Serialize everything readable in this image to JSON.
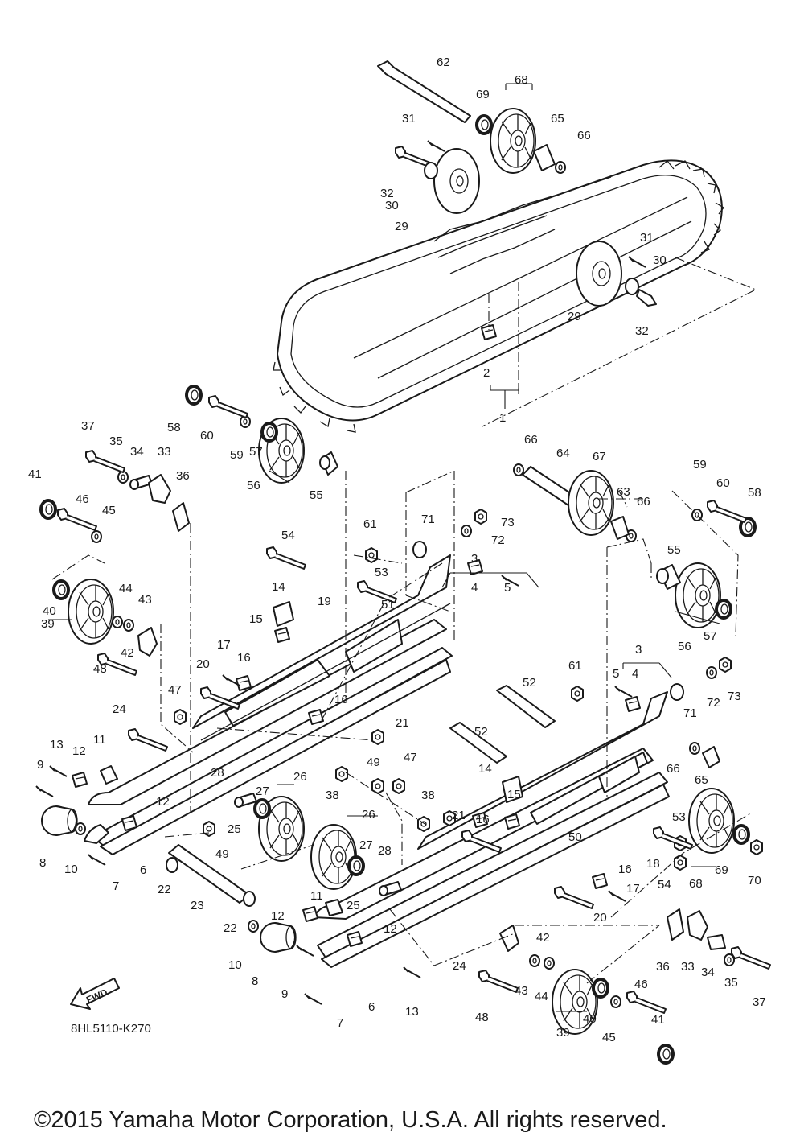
{
  "diagram": {
    "code": "8HL5110-K270",
    "copyright": "©2015 Yamaha Motor Corporation, U.S.A. All rights reserved.",
    "fwd_label": "FWD",
    "callouts": [
      {
        "id": "c62",
        "text": "62"
      },
      {
        "id": "c68a",
        "text": "68"
      },
      {
        "id": "c69a",
        "text": "69"
      },
      {
        "id": "c31a",
        "text": "31"
      },
      {
        "id": "c65a",
        "text": "65"
      },
      {
        "id": "c66a",
        "text": "66"
      },
      {
        "id": "c32a",
        "text": "32"
      },
      {
        "id": "c30a",
        "text": "30"
      },
      {
        "id": "c29a",
        "text": "29"
      },
      {
        "id": "c31b",
        "text": "31"
      },
      {
        "id": "c30b",
        "text": "30"
      },
      {
        "id": "c29b",
        "text": "29"
      },
      {
        "id": "c32b",
        "text": "32"
      },
      {
        "id": "c2a",
        "text": "2"
      },
      {
        "id": "c1",
        "text": "1"
      },
      {
        "id": "c58a",
        "text": "58"
      },
      {
        "id": "c60a",
        "text": "60"
      },
      {
        "id": "c59a",
        "text": "59"
      },
      {
        "id": "c57a",
        "text": "57"
      },
      {
        "id": "c56a",
        "text": "56"
      },
      {
        "id": "c55a",
        "text": "55"
      },
      {
        "id": "c37a",
        "text": "37"
      },
      {
        "id": "c35a",
        "text": "35"
      },
      {
        "id": "c34a",
        "text": "34"
      },
      {
        "id": "c33a",
        "text": "33"
      },
      {
        "id": "c36a",
        "text": "36"
      },
      {
        "id": "c41a",
        "text": "41"
      },
      {
        "id": "c46a",
        "text": "46"
      },
      {
        "id": "c45a",
        "text": "45"
      },
      {
        "id": "c40a",
        "text": "40"
      },
      {
        "id": "c39a",
        "text": "39"
      },
      {
        "id": "c44a",
        "text": "44"
      },
      {
        "id": "c43a",
        "text": "43"
      },
      {
        "id": "c48a",
        "text": "48"
      },
      {
        "id": "c42a",
        "text": "42"
      },
      {
        "id": "c54a",
        "text": "54"
      },
      {
        "id": "c14a",
        "text": "14"
      },
      {
        "id": "c15a",
        "text": "15"
      },
      {
        "id": "c19",
        "text": "19"
      },
      {
        "id": "c17a",
        "text": "17"
      },
      {
        "id": "c16a",
        "text": "16"
      },
      {
        "id": "c20a",
        "text": "20"
      },
      {
        "id": "c61a",
        "text": "61"
      },
      {
        "id": "c53a",
        "text": "53"
      },
      {
        "id": "c51",
        "text": "51"
      },
      {
        "id": "c16b",
        "text": "16"
      },
      {
        "id": "c47a",
        "text": "47"
      },
      {
        "id": "c24a",
        "text": "24"
      },
      {
        "id": "c21a",
        "text": "21"
      },
      {
        "id": "c13a",
        "text": "13"
      },
      {
        "id": "c12a",
        "text": "12"
      },
      {
        "id": "c11a",
        "text": "11"
      },
      {
        "id": "c9a",
        "text": "9"
      },
      {
        "id": "c28a",
        "text": "28"
      },
      {
        "id": "c26a",
        "text": "26"
      },
      {
        "id": "c27a",
        "text": "27"
      },
      {
        "id": "c38a",
        "text": "38"
      },
      {
        "id": "c12b",
        "text": "12"
      },
      {
        "id": "c25a",
        "text": "25"
      },
      {
        "id": "c49a",
        "text": "49"
      },
      {
        "id": "c8a",
        "text": "8"
      },
      {
        "id": "c10a",
        "text": "10"
      },
      {
        "id": "c6a",
        "text": "6"
      },
      {
        "id": "c7a",
        "text": "7"
      },
      {
        "id": "c22a",
        "text": "22"
      },
      {
        "id": "c23",
        "text": "23"
      },
      {
        "id": "c22b",
        "text": "22"
      },
      {
        "id": "c66b",
        "text": "66"
      },
      {
        "id": "c64",
        "text": "64"
      },
      {
        "id": "c67",
        "text": "67"
      },
      {
        "id": "c63",
        "text": "63"
      },
      {
        "id": "c66c",
        "text": "66"
      },
      {
        "id": "c71a",
        "text": "71"
      },
      {
        "id": "c73a",
        "text": "73"
      },
      {
        "id": "c72a",
        "text": "72"
      },
      {
        "id": "c3a",
        "text": "3"
      },
      {
        "id": "c4a",
        "text": "4"
      },
      {
        "id": "c5a",
        "text": "5"
      },
      {
        "id": "c59b",
        "text": "59"
      },
      {
        "id": "c60b",
        "text": "60"
      },
      {
        "id": "c58b",
        "text": "58"
      },
      {
        "id": "c55b",
        "text": "55"
      },
      {
        "id": "c56b",
        "text": "56"
      },
      {
        "id": "c57b",
        "text": "57"
      },
      {
        "id": "c52a",
        "text": "52"
      },
      {
        "id": "c61b",
        "text": "61"
      },
      {
        "id": "c3b",
        "text": "3"
      },
      {
        "id": "c5b",
        "text": "5"
      },
      {
        "id": "c4b",
        "text": "4"
      },
      {
        "id": "c71b",
        "text": "71"
      },
      {
        "id": "c72b",
        "text": "72"
      },
      {
        "id": "c73b",
        "text": "73"
      },
      {
        "id": "c52b",
        "text": "52"
      },
      {
        "id": "c49b",
        "text": "49"
      },
      {
        "id": "c47b",
        "text": "47"
      },
      {
        "id": "c26b",
        "text": "26"
      },
      {
        "id": "c38b",
        "text": "38"
      },
      {
        "id": "c21b",
        "text": "21"
      },
      {
        "id": "c14b",
        "text": "14"
      },
      {
        "id": "c16c",
        "text": "16"
      },
      {
        "id": "c15b",
        "text": "15"
      },
      {
        "id": "c50",
        "text": "50"
      },
      {
        "id": "c66d",
        "text": "66"
      },
      {
        "id": "c65b",
        "text": "65"
      },
      {
        "id": "c53b",
        "text": "53"
      },
      {
        "id": "c27b",
        "text": "27"
      },
      {
        "id": "c28b",
        "text": "28"
      },
      {
        "id": "c25b",
        "text": "25"
      },
      {
        "id": "c11b",
        "text": "11"
      },
      {
        "id": "c12c",
        "text": "12"
      },
      {
        "id": "c12d",
        "text": "12"
      },
      {
        "id": "c18",
        "text": "18"
      },
      {
        "id": "c54b",
        "text": "54"
      },
      {
        "id": "c68b",
        "text": "68"
      },
      {
        "id": "c69b",
        "text": "69"
      },
      {
        "id": "c70",
        "text": "70"
      },
      {
        "id": "c16d",
        "text": "16"
      },
      {
        "id": "c17b",
        "text": "17"
      },
      {
        "id": "c20b",
        "text": "20"
      },
      {
        "id": "c42b",
        "text": "42"
      },
      {
        "id": "c24b",
        "text": "24"
      },
      {
        "id": "c10b",
        "text": "10"
      },
      {
        "id": "c8b",
        "text": "8"
      },
      {
        "id": "c9b",
        "text": "9"
      },
      {
        "id": "c7b",
        "text": "7"
      },
      {
        "id": "c6b",
        "text": "6"
      },
      {
        "id": "c13b",
        "text": "13"
      },
      {
        "id": "c36b",
        "text": "36"
      },
      {
        "id": "c33b",
        "text": "33"
      },
      {
        "id": "c34b",
        "text": "34"
      },
      {
        "id": "c35b",
        "text": "35"
      },
      {
        "id": "c37b",
        "text": "37"
      },
      {
        "id": "c43b",
        "text": "43"
      },
      {
        "id": "c44b",
        "text": "44"
      },
      {
        "id": "c48b",
        "text": "48"
      },
      {
        "id": "c39b",
        "text": "39"
      },
      {
        "id": "c40b",
        "text": "40"
      },
      {
        "id": "c45b",
        "text": "45"
      },
      {
        "id": "c46b",
        "text": "46"
      },
      {
        "id": "c41b",
        "text": "41"
      }
    ]
  }
}
